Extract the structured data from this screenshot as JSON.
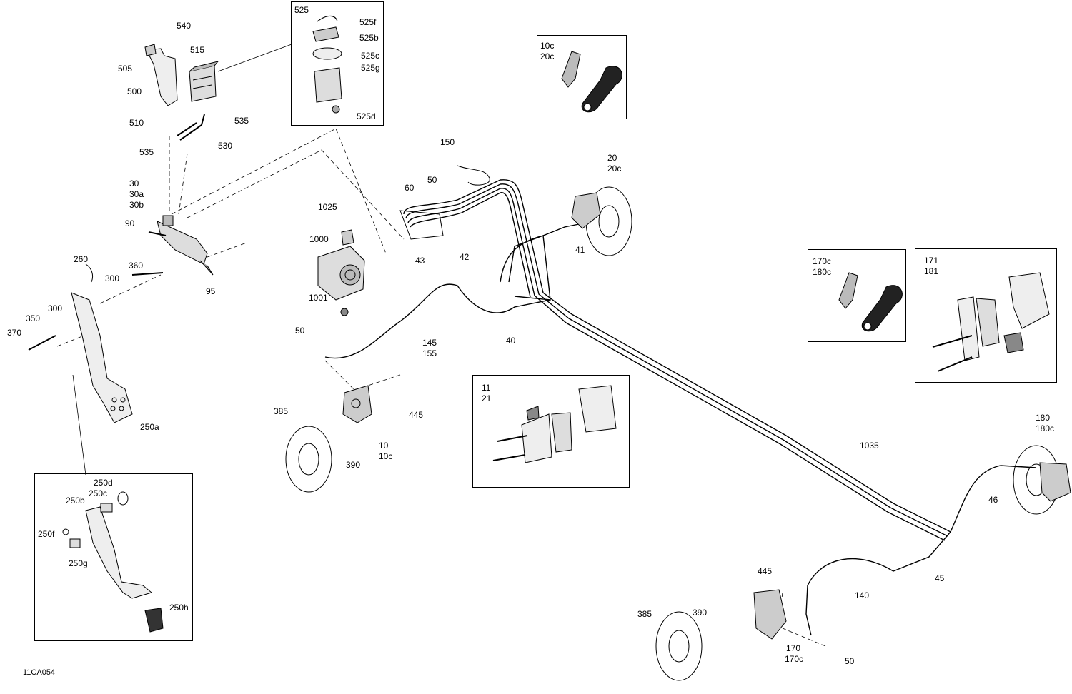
{
  "document_code": "11CA054",
  "callouts": [
    {
      "id": "c540",
      "text": "540"
    },
    {
      "id": "c515",
      "text": "515"
    },
    {
      "id": "c505",
      "text": "505"
    },
    {
      "id": "c500",
      "text": "500"
    },
    {
      "id": "c510",
      "text": "510"
    },
    {
      "id": "c535a",
      "text": "535"
    },
    {
      "id": "c535b",
      "text": "535"
    },
    {
      "id": "c530",
      "text": "530"
    },
    {
      "id": "c30",
      "text": "30"
    },
    {
      "id": "c30a",
      "text": "30a"
    },
    {
      "id": "c30b",
      "text": "30b"
    },
    {
      "id": "c90",
      "text": "90"
    },
    {
      "id": "c95",
      "text": "95"
    },
    {
      "id": "c260",
      "text": "260"
    },
    {
      "id": "c300a",
      "text": "300"
    },
    {
      "id": "c360",
      "text": "360"
    },
    {
      "id": "c300b",
      "text": "300"
    },
    {
      "id": "c350",
      "text": "350"
    },
    {
      "id": "c370",
      "text": "370"
    },
    {
      "id": "c250a",
      "text": "250a"
    },
    {
      "id": "c525f",
      "text": "525f"
    },
    {
      "id": "c525b",
      "text": "525b"
    },
    {
      "id": "c525c",
      "text": "525c"
    },
    {
      "id": "c525g",
      "text": "525g"
    },
    {
      "id": "c525d",
      "text": "525d"
    },
    {
      "id": "c150",
      "text": "150"
    },
    {
      "id": "c50a",
      "text": "50"
    },
    {
      "id": "c60",
      "text": "60"
    },
    {
      "id": "c43",
      "text": "43"
    },
    {
      "id": "c42",
      "text": "42"
    },
    {
      "id": "c20",
      "text": "20"
    },
    {
      "id": "c20c",
      "text": "20c"
    },
    {
      "id": "c41",
      "text": "41"
    },
    {
      "id": "c1025",
      "text": "1025"
    },
    {
      "id": "c1000",
      "text": "1000"
    },
    {
      "id": "c1001",
      "text": "1001"
    },
    {
      "id": "c40",
      "text": "40"
    },
    {
      "id": "c50b",
      "text": "50"
    },
    {
      "id": "c145",
      "text": "145"
    },
    {
      "id": "c155",
      "text": "155"
    },
    {
      "id": "c445a",
      "text": "445"
    },
    {
      "id": "c385a",
      "text": "385"
    },
    {
      "id": "c10",
      "text": "10"
    },
    {
      "id": "c10c",
      "text": "10c"
    },
    {
      "id": "c390a",
      "text": "390"
    },
    {
      "id": "c1035",
      "text": "1035"
    },
    {
      "id": "c180",
      "text": "180"
    },
    {
      "id": "c180c",
      "text": "180c"
    },
    {
      "id": "c46",
      "text": "46"
    },
    {
      "id": "c45",
      "text": "45"
    },
    {
      "id": "c140",
      "text": "140"
    },
    {
      "id": "c445b",
      "text": "445"
    },
    {
      "id": "c385b",
      "text": "385"
    },
    {
      "id": "c390b",
      "text": "390"
    },
    {
      "id": "c170",
      "text": "170"
    },
    {
      "id": "c170cb",
      "text": "170c"
    },
    {
      "id": "c50c",
      "text": "50"
    }
  ],
  "boxes": {
    "reservoir": {
      "lines": [
        "525"
      ]
    },
    "bleeder_front": {
      "lines": [
        "10c",
        "20c"
      ]
    },
    "bleeder_rear": {
      "lines": [
        "170c",
        "180c"
      ]
    },
    "rear_pads": {
      "lines": [
        "171",
        "181"
      ]
    },
    "front_pads": {
      "lines": [
        "11",
        "21"
      ]
    },
    "pedal_detail": {
      "callouts": [
        "250d",
        "250c",
        "250b",
        "250f",
        "250g",
        "250h"
      ]
    }
  }
}
